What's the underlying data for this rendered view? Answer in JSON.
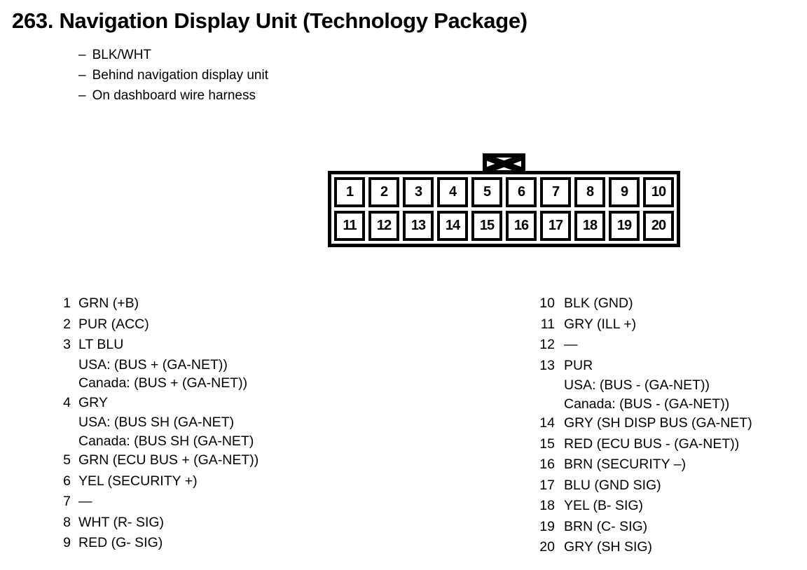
{
  "title": "263. Navigation Display Unit (Technology Package)",
  "notes": {
    "dash": "–",
    "items": [
      "BLK/WHT",
      "Behind navigation display unit",
      "On dashboard wire harness"
    ]
  },
  "colors": {
    "ink": "#000000",
    "paper": "#ffffff"
  },
  "connector": {
    "keying_mark_icon": "bowtie-x-icon",
    "rows": [
      [
        "1",
        "2",
        "3",
        "4",
        "5",
        "6",
        "7",
        "8",
        "9",
        "10"
      ],
      [
        "11",
        "12",
        "13",
        "14",
        "15",
        "16",
        "17",
        "18",
        "19",
        "20"
      ]
    ]
  },
  "pins": {
    "left": [
      {
        "pin": "1",
        "lines": [
          "GRN (+B)"
        ]
      },
      {
        "pin": "2",
        "lines": [
          "PUR (ACC)"
        ]
      },
      {
        "pin": "3",
        "lines": [
          "LT BLU",
          "USA: (BUS + (GA-NET))",
          "Canada: (BUS + (GA-NET))"
        ]
      },
      {
        "pin": "4",
        "lines": [
          "GRY",
          "USA: (BUS SH (GA-NET)",
          "Canada: (BUS SH (GA-NET)"
        ]
      },
      {
        "pin": "5",
        "lines": [
          "GRN (ECU BUS + (GA-NET))"
        ]
      },
      {
        "pin": "6",
        "lines": [
          "YEL (SECURITY +)"
        ]
      },
      {
        "pin": "7",
        "lines": [
          "—"
        ]
      },
      {
        "pin": "8",
        "lines": [
          "WHT (R- SIG)"
        ]
      },
      {
        "pin": "9",
        "lines": [
          "RED (G- SIG)"
        ]
      }
    ],
    "right": [
      {
        "pin": "10",
        "lines": [
          "BLK (GND)"
        ]
      },
      {
        "pin": "11",
        "lines": [
          "GRY (ILL +)"
        ]
      },
      {
        "pin": "12",
        "lines": [
          "—"
        ]
      },
      {
        "pin": "13",
        "lines": [
          "PUR",
          "USA: (BUS - (GA-NET))",
          "Canada: (BUS - (GA-NET))"
        ]
      },
      {
        "pin": "14",
        "lines": [
          "GRY (SH DISP BUS (GA-NET)"
        ]
      },
      {
        "pin": "15",
        "lines": [
          "RED (ECU BUS - (GA-NET))"
        ]
      },
      {
        "pin": "16",
        "lines": [
          "BRN (SECURITY –)"
        ]
      },
      {
        "pin": "17",
        "lines": [
          "BLU (GND SIG)"
        ]
      },
      {
        "pin": "18",
        "lines": [
          "YEL (B- SIG)"
        ]
      },
      {
        "pin": "19",
        "lines": [
          "BRN (C- SIG)"
        ]
      },
      {
        "pin": "20",
        "lines": [
          "GRY (SH SIG)"
        ]
      }
    ]
  }
}
